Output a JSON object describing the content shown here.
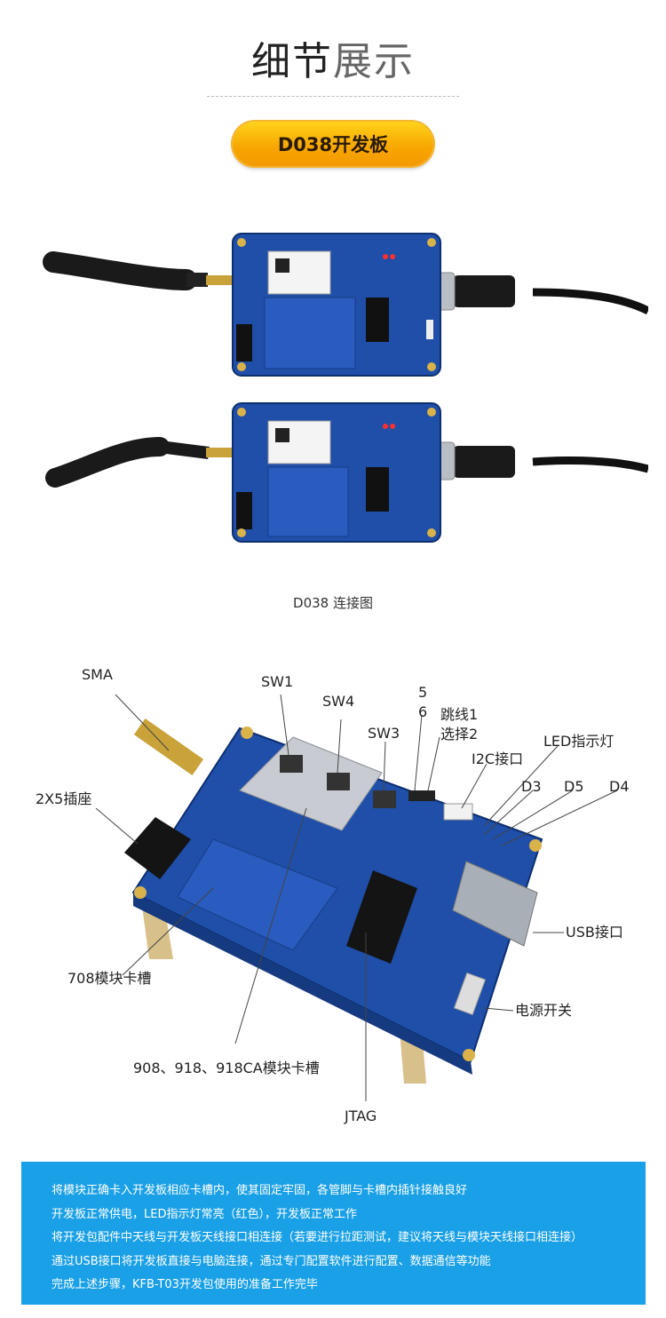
{
  "header": {
    "title_part1": "细节",
    "title_part2": "展示",
    "badge": "D038开发板"
  },
  "photos": {
    "caption": "D038 连接图"
  },
  "diagram": {
    "labels": {
      "sma": "SMA",
      "sw1": "SW1",
      "sw4": "SW4",
      "sw3": "SW3",
      "five": "5",
      "six": "6",
      "jumper1": "跳线1",
      "select2": "选择2",
      "led": "LED指示灯",
      "i2c": "I2C接口",
      "d3": "D3",
      "d5": "D5",
      "d4": "D4",
      "socket": "2X5插座",
      "usb": "USB接口",
      "slot708": "708模块卡槽",
      "power": "电源开关",
      "slot908": "908、918、918CA模块卡槽",
      "jtag": "JTAG"
    }
  },
  "info": {
    "lines": [
      "将模块正确卡入开发板相应卡槽内，使其固定牢固，各管脚与卡槽内插针接触良好",
      "开发板正常供电，LED指示灯常亮（红色），开发板正常工作",
      "将开发包配件中天线与开发板天线接口相连接（若要进行拉距测试，建议将天线与模块天线接口相连接）",
      "通过USB接口将开发板直接与电脑连接，通过专门配置软件进行配置、数据通信等功能",
      "完成上述步骤，KFB-T03开发包使用的准备工作完毕"
    ]
  },
  "colors": {
    "accent_orange": "#f7a500",
    "board_blue": "#1f4fa8",
    "info_blue": "#1aa0e6"
  }
}
